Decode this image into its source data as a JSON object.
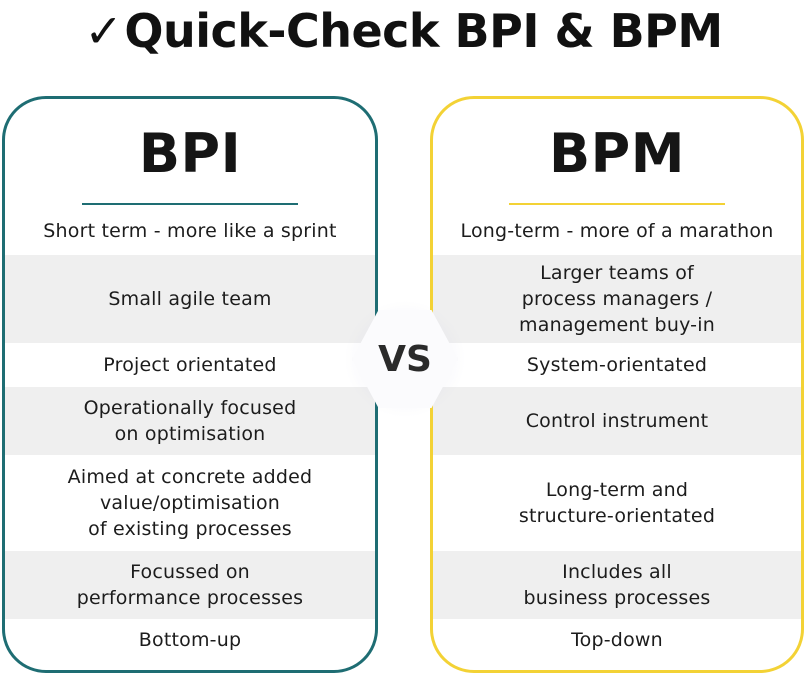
{
  "title": {
    "check": "✓",
    "text": "Quick-Check BPI & BPM"
  },
  "vs_label": "VS",
  "colors": {
    "bpi_border": "#1e6d73",
    "bpm_border": "#f3d235",
    "shaded_row": "#efefef"
  },
  "bpi": {
    "heading": "BPI",
    "rows": [
      "Short term - more like a sprint",
      "Small agile team",
      "Project orientated",
      "Operationally focused\non optimisation",
      "Aimed at concrete added\nvalue/optimisation\nof existing processes",
      "Focussed on\nperformance processes",
      "Bottom-up"
    ]
  },
  "bpm": {
    "heading": "BPM",
    "rows": [
      "Long-term - more of a marathon",
      "Larger teams of\nprocess managers /\nmanagement buy-in",
      "System-orientated",
      "Control instrument",
      "Long-term and\nstructure-orientated",
      "Includes all\nbusiness processes",
      "Top-down"
    ]
  }
}
